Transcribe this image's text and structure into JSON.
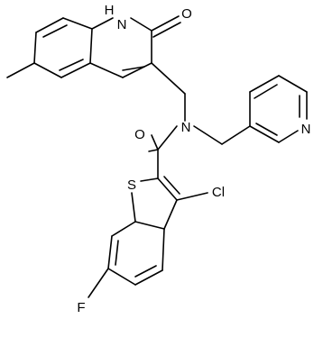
{
  "molecule": {
    "atom_labels": {
      "nh": "H",
      "n1": "N",
      "o_ketone": "O",
      "o_amide": "O",
      "n_amide": "N",
      "n_pyridine": "N",
      "s": "S",
      "cl": "Cl",
      "f": "F"
    }
  }
}
